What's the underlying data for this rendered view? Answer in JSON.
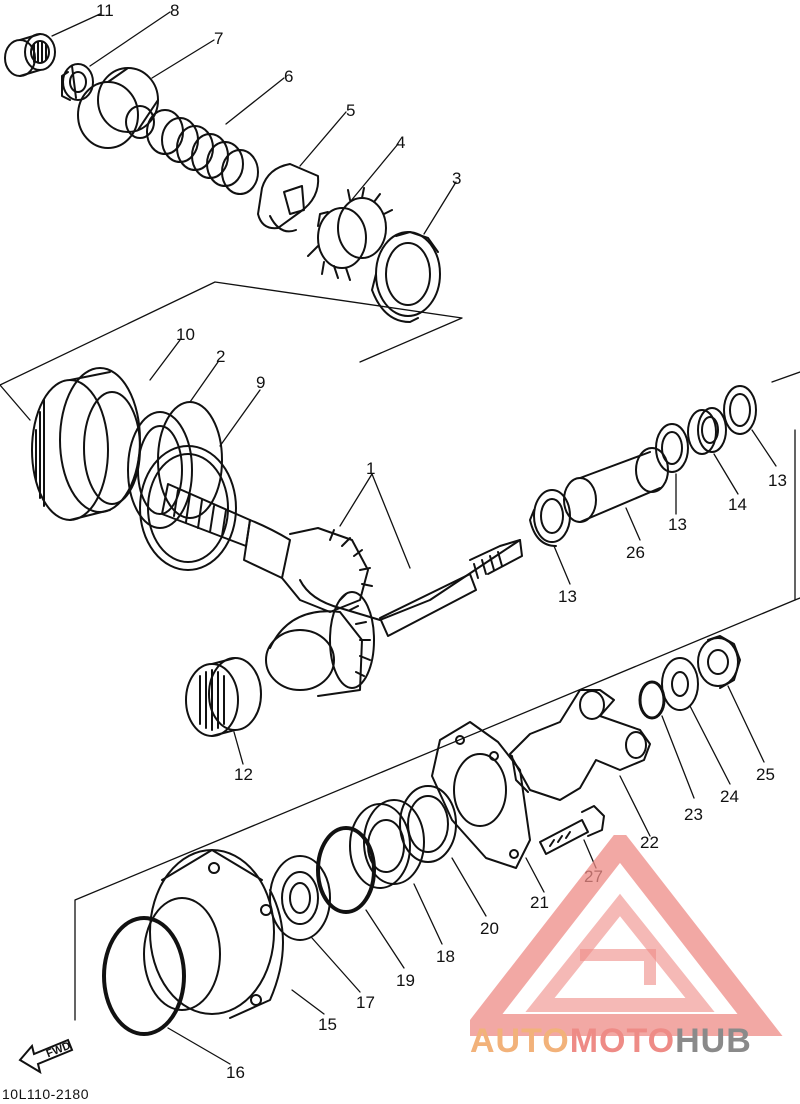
{
  "labels": {
    "p1": "1",
    "p2": "2",
    "p3": "3",
    "p4": "4",
    "p5": "5",
    "p6": "6",
    "p7": "7",
    "p8": "8",
    "p9": "9",
    "p10": "10",
    "p11": "11",
    "p12": "12",
    "p13a": "13",
    "p13b": "13",
    "p13c": "13",
    "p14": "14",
    "p15": "15",
    "p16": "16",
    "p17": "17",
    "p18": "18",
    "p19": "19",
    "p20": "20",
    "p21": "21",
    "p22": "22",
    "p23": "23",
    "p24": "24",
    "p25": "25",
    "p26": "26",
    "p27": "27"
  },
  "footer_code": "10L110-2180",
  "fwd_label": "FWD",
  "watermark": {
    "part1": "AUTO",
    "part2": "MOTO",
    "part3": "HUB"
  },
  "colors": {
    "line": "#111111",
    "wm_orange": "#f2b27a",
    "wm_red": "#ee8b86",
    "wm_gray": "#8a8a8a"
  }
}
